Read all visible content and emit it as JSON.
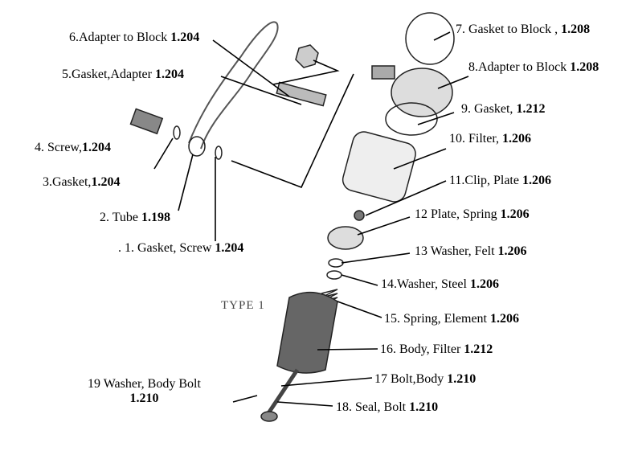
{
  "title_mark": "TYPE 1",
  "parts": [
    {
      "name": ". 1. Gasket, Screw",
      "ref": "1.204"
    },
    {
      "name": "2. Tube",
      "ref": "1.198"
    },
    {
      "name": "3.Gasket,",
      "ref": "1.204"
    },
    {
      "name": "4. Screw,",
      "ref": "1.204"
    },
    {
      "name": "5.Gasket,Adapter",
      "ref": "1.204"
    },
    {
      "name": "6.Adapter to Block",
      "ref": "1.204"
    },
    {
      "name": "7. Gasket to Block ,",
      "ref": "1.208"
    },
    {
      "name": "8.Adapter to Block",
      "ref": "1.208"
    },
    {
      "name": "9. Gasket,",
      "ref": "1.212"
    },
    {
      "name": "10. Filter,",
      "ref": "1.206"
    },
    {
      "name": "11.Clip, Plate",
      "ref": "1.206"
    },
    {
      "name": "12 Plate, Spring",
      "ref": "1.206"
    },
    {
      "name": "13 Washer, Felt",
      "ref": "1.206"
    },
    {
      "name": "14.Washer, Steel",
      "ref": "1.206"
    },
    {
      "name": "15. Spring, Element",
      "ref": "1.206"
    },
    {
      "name": "16. Body, Filter",
      "ref": "1.212"
    },
    {
      "name": "17 Bolt,Body",
      "ref": "1.210"
    },
    {
      "name": "18. Seal, Bolt",
      "ref": "1.210"
    },
    {
      "name": "19 Washer, Body Bolt",
      "ref": "1.210"
    }
  ]
}
